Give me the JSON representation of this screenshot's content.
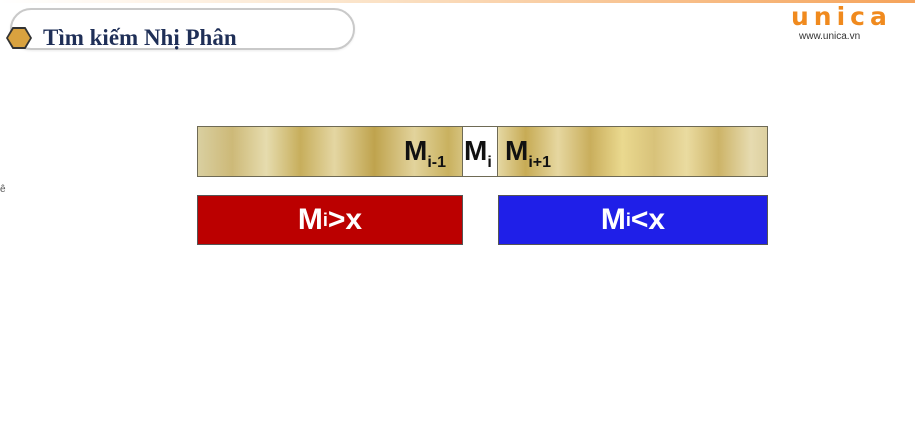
{
  "header": {
    "title": "Tìm kiếm Nhị Phân"
  },
  "logo": {
    "word": "unica",
    "url": "www.unica.vn",
    "color": "#f08a1e"
  },
  "side_mark": "ê",
  "array": {
    "left": {
      "base": "M",
      "sub": "i-1"
    },
    "middle": {
      "base": "M",
      "sub": "i"
    },
    "right": {
      "base": "M",
      "sub": "i+1"
    }
  },
  "conditions": {
    "left": {
      "base": "M",
      "sub": "i",
      "rest": ">x",
      "color": "#bb0000"
    },
    "right": {
      "base": "M",
      "sub": "i",
      "rest": "<x",
      "color": "#1f1fe8"
    }
  }
}
